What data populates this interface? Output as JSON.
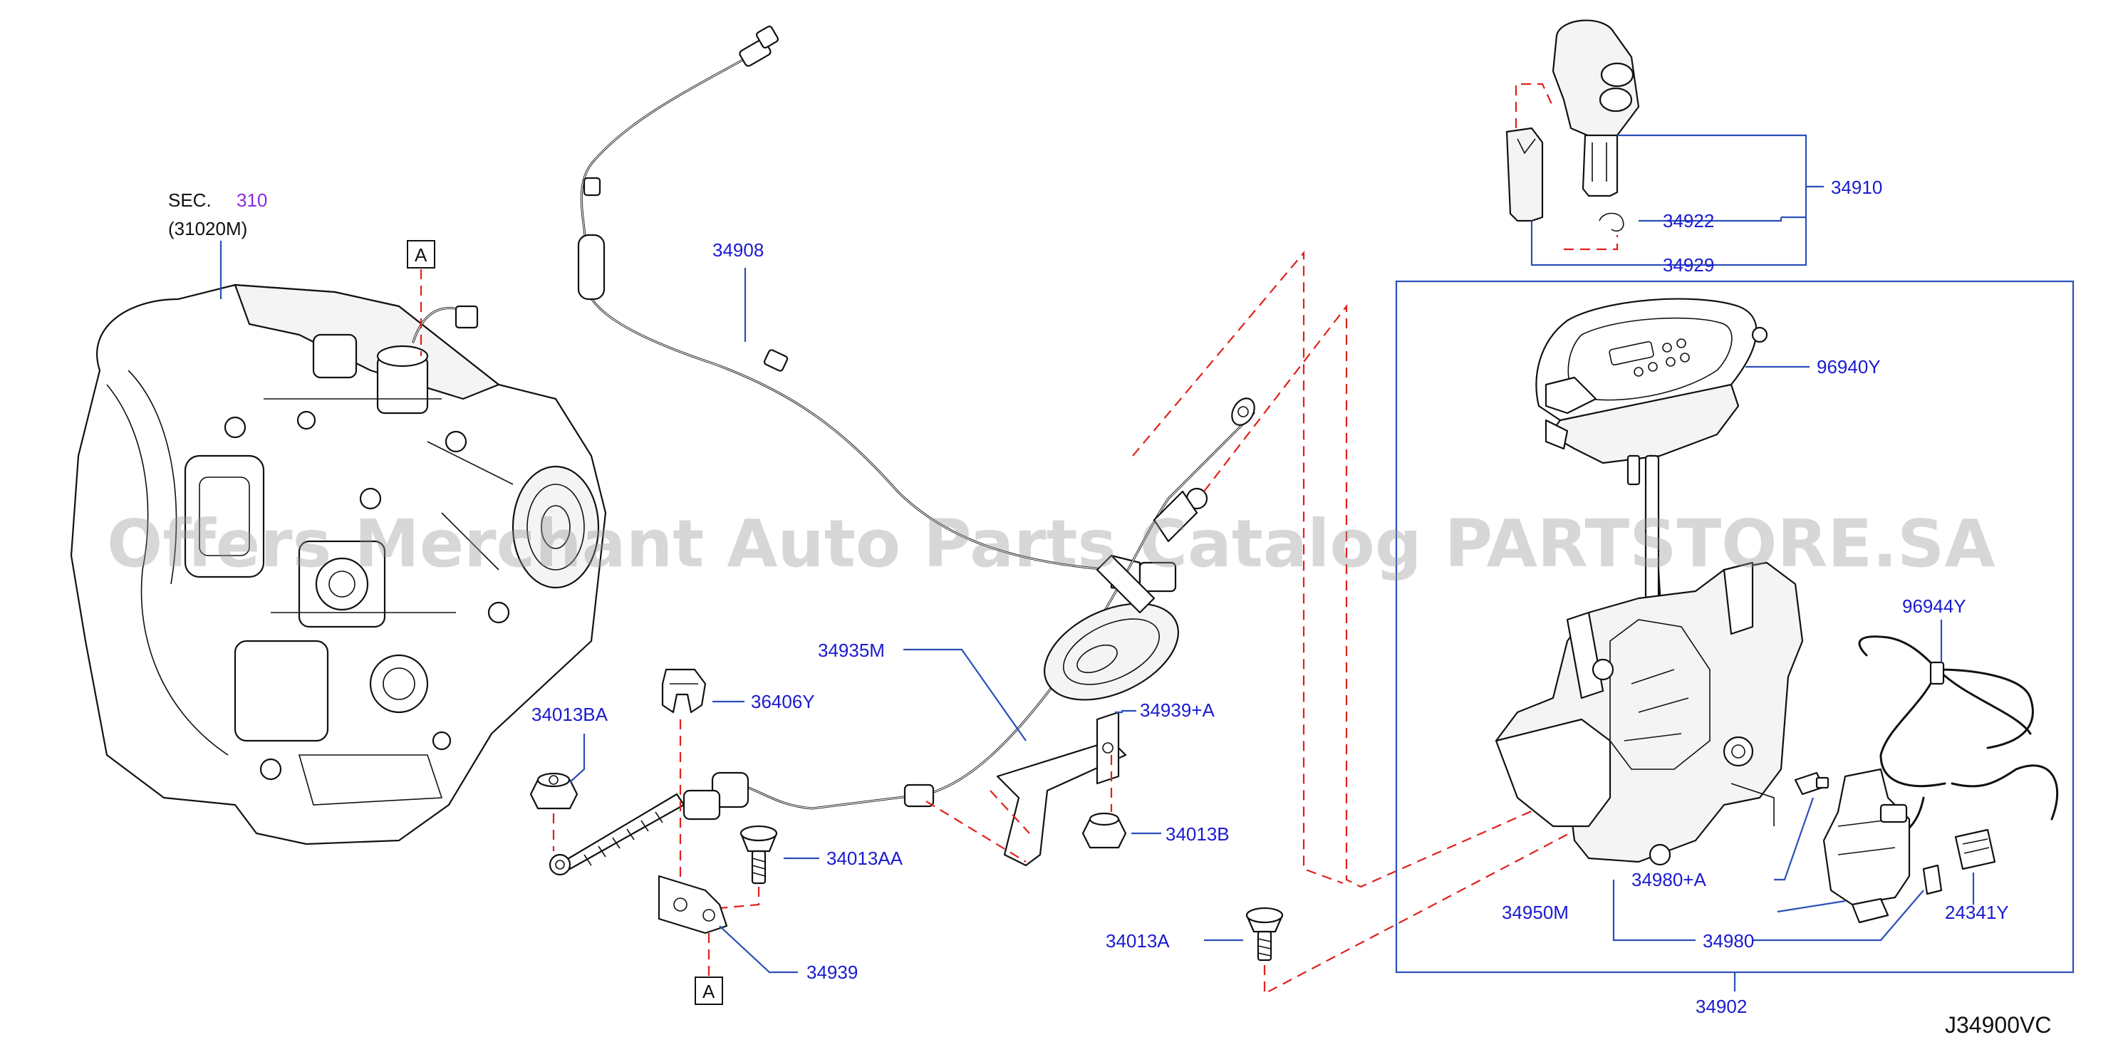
{
  "watermark": "Offers Merchant Auto Parts Catalog PARTSTORE.SA",
  "diagram_code": "J34900VC",
  "section_ref": {
    "prefix": "SEC.",
    "number": "310",
    "part": "(31020M)"
  },
  "ref_marker": "A",
  "colors": {
    "callout": "#1a1ad0",
    "leader": "#2a4fb8",
    "section_link": "#8a2be2",
    "assembly_line": "#e0201c",
    "drawing": "#111111"
  },
  "callouts": {
    "p34908": "34908",
    "p34910": "34910",
    "p34922": "34922",
    "p34929": "34929",
    "p96940Y": "96940Y",
    "p96944Y": "96944Y",
    "p34935M": "34935M",
    "p36406Y": "36406Y",
    "p34939A": "34939+A",
    "p34013BA": "34013BA",
    "p34013B": "34013B",
    "p34013AA": "34013AA",
    "p34939": "34939",
    "p34013A": "34013A",
    "p34980A": "34980+A",
    "p34950M": "34950M",
    "p34980": "34980",
    "p24341Y": "24341Y",
    "p34902": "34902"
  }
}
